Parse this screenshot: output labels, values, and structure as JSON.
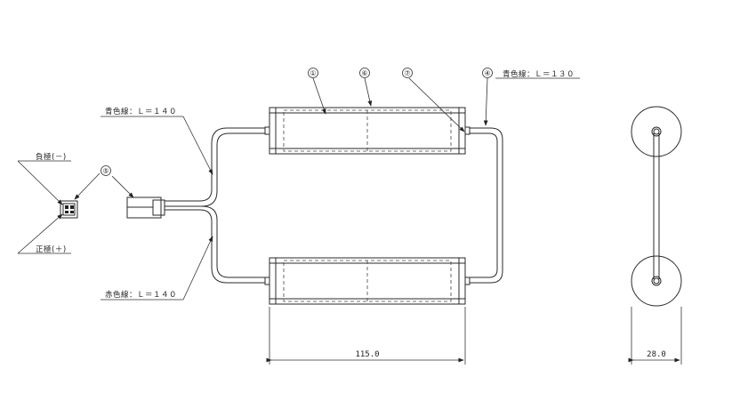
{
  "labels": {
    "blue_wire_left": "青色線：Ｌ＝１４０",
    "blue_wire_right": "青色線：Ｌ＝１３０",
    "red_wire": "赤色線：Ｌ＝１４０",
    "negative_pole": "負極(－)",
    "positive_pole": "正極(＋)"
  },
  "callouts": [
    "①",
    "⑥",
    "⑦",
    "④",
    "⑤"
  ],
  "dimensions": {
    "length": "115.0",
    "diameter": "28.0"
  }
}
